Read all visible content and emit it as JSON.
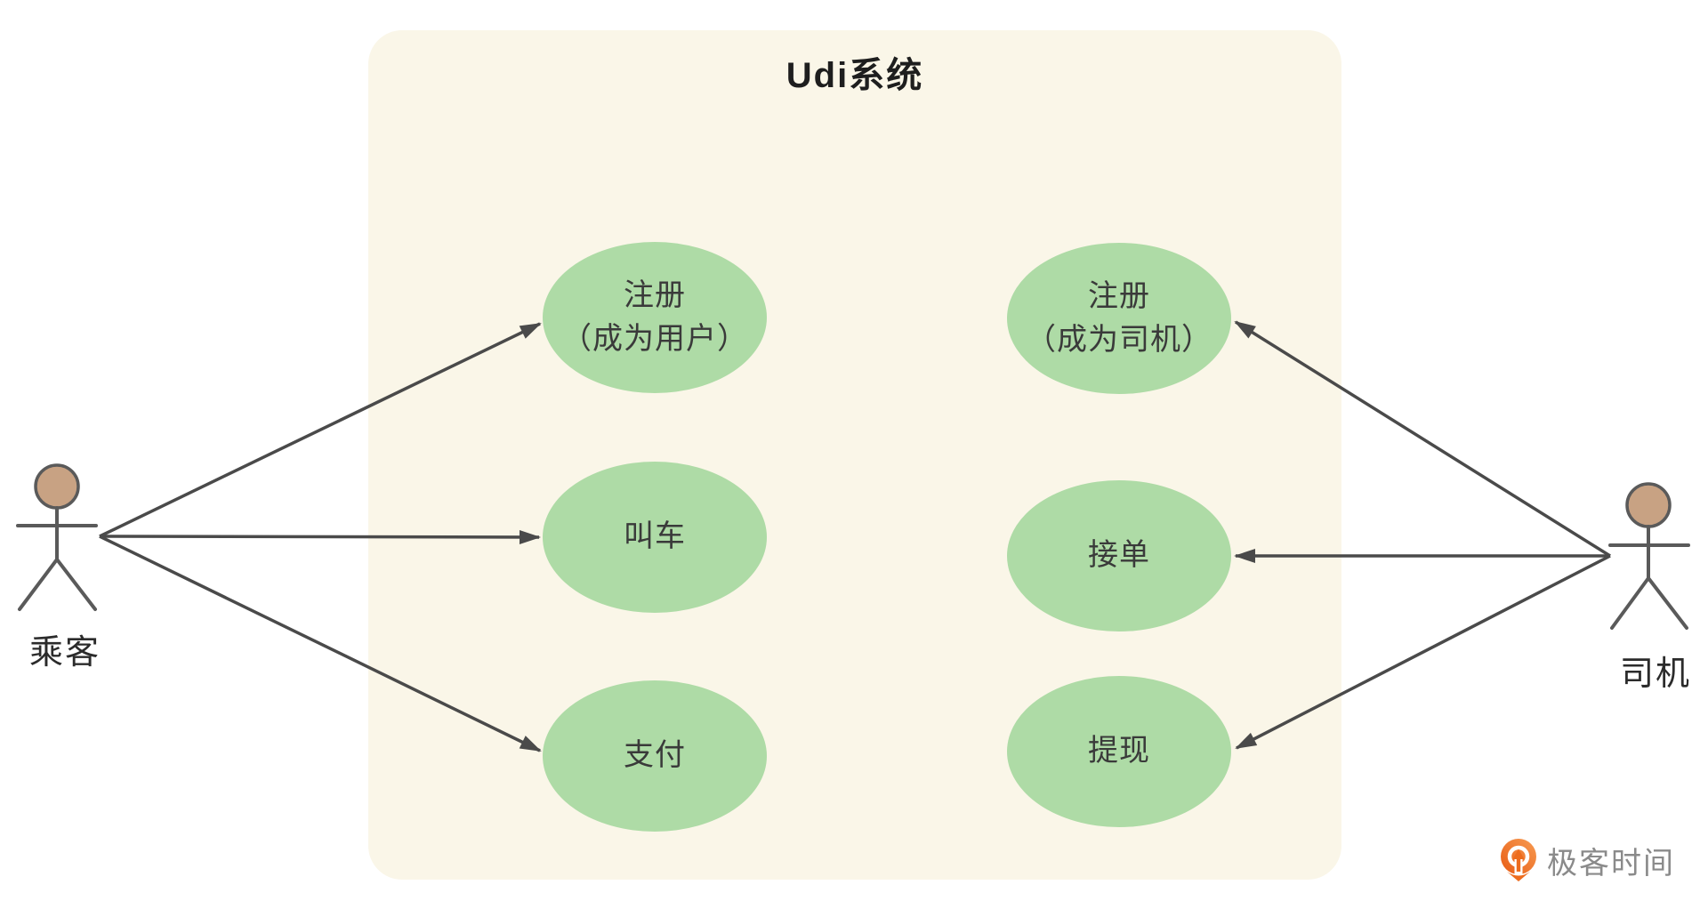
{
  "system": {
    "title": "Udi系统",
    "boundary_fill": "#FAF6E8"
  },
  "actors": {
    "passenger": {
      "label": "乘客"
    },
    "driver": {
      "label": "司机"
    }
  },
  "use_cases": {
    "register_user": {
      "line1": "注册",
      "line2": "（成为用户）"
    },
    "call_car": {
      "line1": "叫车"
    },
    "pay": {
      "line1": "支付"
    },
    "register_driver": {
      "line1": "注册",
      "line2": "（成为司机）"
    },
    "accept_order": {
      "line1": "接单"
    },
    "withdraw": {
      "line1": "提现"
    }
  },
  "associations": [
    {
      "from": "passenger",
      "to": "register_user"
    },
    {
      "from": "passenger",
      "to": "call_car"
    },
    {
      "from": "passenger",
      "to": "pay"
    },
    {
      "from": "driver",
      "to": "register_driver"
    },
    {
      "from": "driver",
      "to": "accept_order"
    },
    {
      "from": "driver",
      "to": "withdraw"
    }
  ],
  "colors": {
    "ellipse_fill": "#AEDBA6",
    "arrow": "#4A4A4A",
    "actor_head_fill": "#C8A283",
    "actor_stroke": "#5A5A5A",
    "text": "#3A3A3A",
    "logo_orange": "#ED6C1E",
    "logo_text_gray": "#8A8A8A"
  },
  "branding": {
    "logo_text": "极客时间",
    "logo_icon": "geektime-pin-icon"
  }
}
